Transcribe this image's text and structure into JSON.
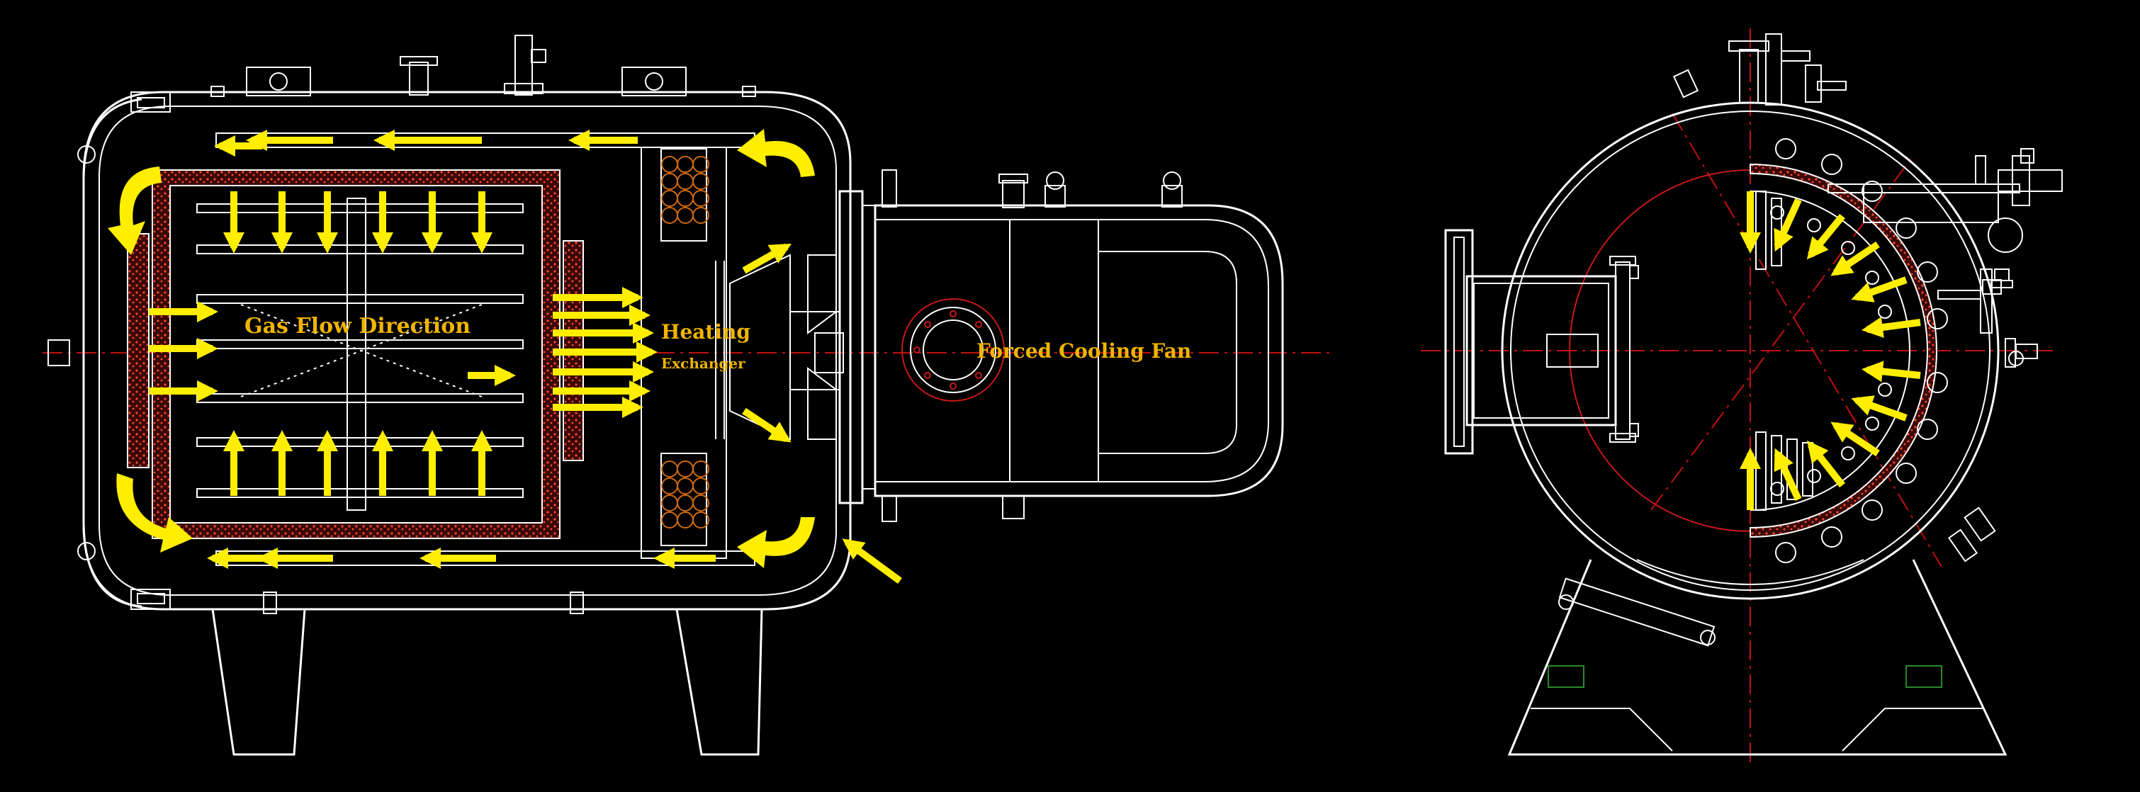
{
  "labels": {
    "gas_flow": "Gas Flow Direction",
    "heating": "Heating",
    "exchanger": "Exchanger",
    "fan": "Forced Cooling Fan"
  },
  "colors": {
    "background": "#000000",
    "line": "#ffffff",
    "centerline": "#c01010",
    "arrow": "#ffee00",
    "label": "#f0b400"
  }
}
